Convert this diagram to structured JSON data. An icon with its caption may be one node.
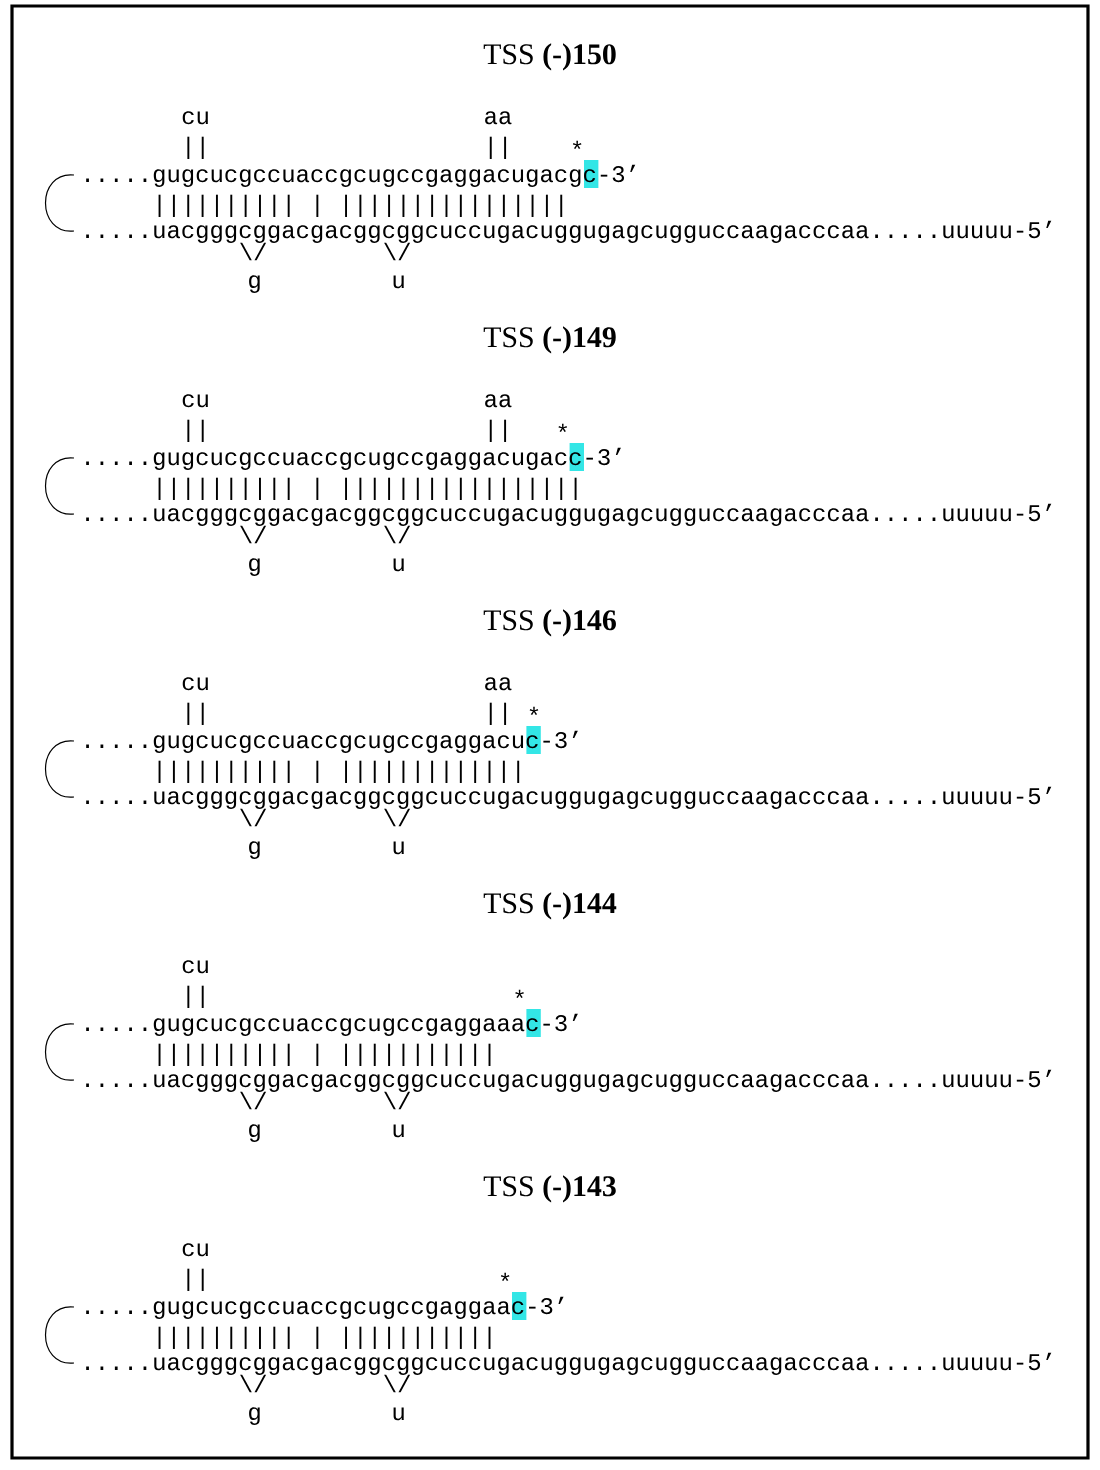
{
  "diagram": {
    "labels": [
      "TSS **(-)150**",
      "cu",
      "aa",
      "||",
      "||",
      "*",
      ".....gugcucgccuaccgcugccgaggacugacgc-3’",
      "|||||||||| | ||||||||||||||||",
      ".....uacgggcggacgacggcggcuccugacuggugagcugguccaagacccaa.....uuuuu-5’",
      "\\/",
      "\\/",
      "g",
      "u",
      "TSS **(-)149**",
      "cu",
      "aa",
      "||",
      "||",
      "*",
      ".....gugcucgccuaccgcugccgaggacugacc-3’",
      "|||||||||| | |||||||||||||||||",
      ".....uacgggcggacgacggcggcuccugacuggugagcugguccaagacccaa.....uuuuu-5’",
      "\\/",
      "\\/",
      "g",
      "u",
      "TSS **(-)146**",
      "cu",
      "aa",
      "||",
      "||",
      "*",
      ".....gugcucgccuaccgcugccgaggacuc-3’",
      "|||||||||| | |||||||||||||",
      ".....uacgggcggacgacggcggcuccugacuggugagcugguccaagacccaa.....uuuuu-5’",
      "\\/",
      "\\/",
      "g",
      "u",
      "TSS **(-)144**",
      "cu",
      "||",
      "*",
      ".....gugcucgccuaccgcugccgaggaaac-3’",
      "|||||||||| | |||||||||||",
      ".....uacgggcggacgacggcggcuccugacuggugagcugguccaagacccaa.....uuuuu-5’",
      "\\/",
      "\\/",
      "g",
      "u",
      "TSS **(-)143**",
      "cu",
      "||",
      "*",
      ".....gugcucgccuaccgcugccgaggaac-3’",
      "|||||||||| | |||||||||||",
      ".....uacgggcggacgacggcggcuccugacuggugagcugguccaagacccaa.....uuuuu-5’",
      "\\/",
      "\\/",
      "g",
      "u"
    ]
  }
}
